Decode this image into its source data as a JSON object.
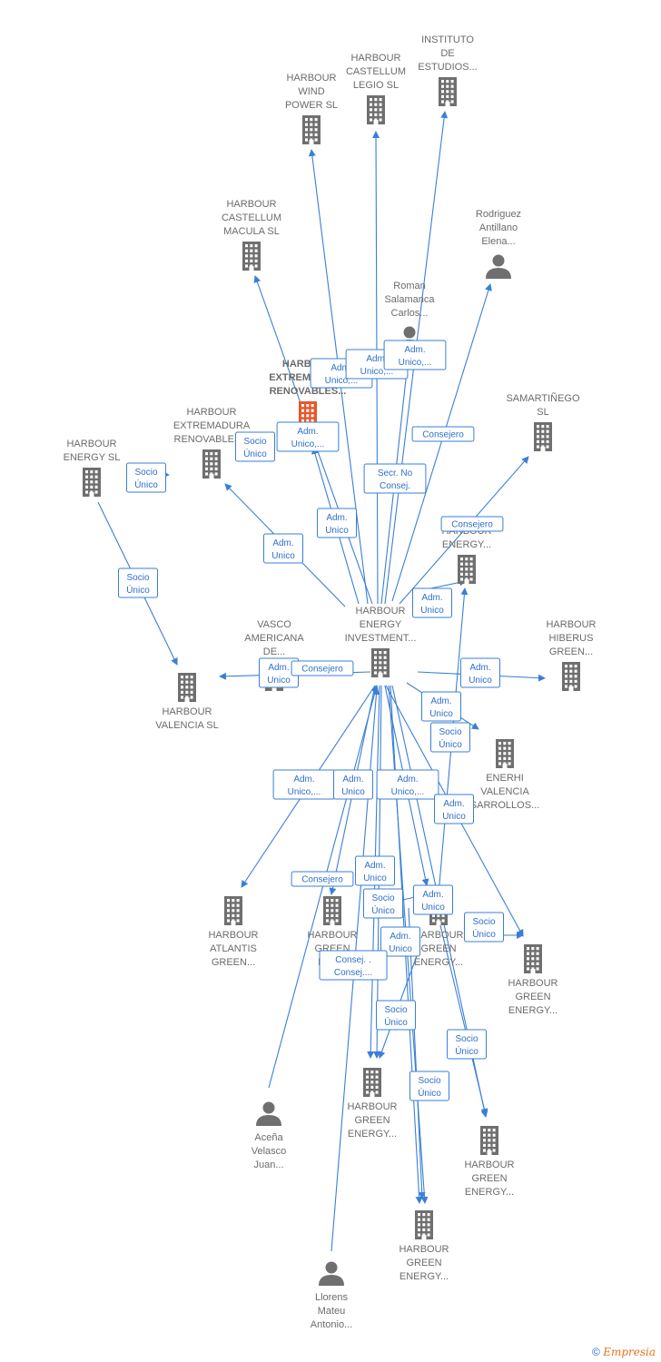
{
  "nodes": [
    {
      "id": "investment",
      "type": "company",
      "focus": false,
      "lines": [
        "HARBOUR",
        "ENERGY",
        "INVESTMENT..."
      ]
    },
    {
      "id": "wind",
      "type": "company",
      "lines": [
        "HARBOUR",
        "WIND",
        "POWER  SL"
      ]
    },
    {
      "id": "legio",
      "type": "company",
      "lines": [
        "HARBOUR",
        "CASTELLUM",
        "LEGIO  SL"
      ]
    },
    {
      "id": "instituto",
      "type": "company",
      "lines": [
        "INSTITUTO",
        "DE",
        "ESTUDIOS..."
      ]
    },
    {
      "id": "macula",
      "type": "company",
      "lines": [
        "HARBOUR",
        "CASTELLUM",
        "MACULA  SL"
      ]
    },
    {
      "id": "rodriguez",
      "type": "person",
      "lines": [
        "Rodriguez",
        "Antillano",
        "Elena..."
      ]
    },
    {
      "id": "roman",
      "type": "person",
      "lines": [
        "Roman",
        "Salamanca",
        "Carlos..."
      ]
    },
    {
      "id": "extremadura_ren",
      "type": "company",
      "focus": true,
      "lines": [
        "HARBOUR",
        "EXTREMADURA",
        "RENOVABLES..."
      ]
    },
    {
      "id": "extremadura",
      "type": "company",
      "lines": [
        "HARBOUR",
        "EXTREMADURA",
        "RENOVABLES..."
      ]
    },
    {
      "id": "energy_sl",
      "type": "company",
      "lines": [
        "HARBOUR",
        "ENERGY  SL"
      ]
    },
    {
      "id": "samartinego",
      "type": "company",
      "lines": [
        "SAMARTIÑEGO",
        "SL"
      ]
    },
    {
      "id": "energy_mid",
      "type": "company",
      "lines": [
        "HARBOUR",
        "ENERGY..."
      ]
    },
    {
      "id": "valencia",
      "type": "company",
      "lines": [
        "HARBOUR",
        "VALENCIA  SL"
      ]
    },
    {
      "id": "vasco",
      "type": "company",
      "lines": [
        "VASCO",
        "AMERICANA",
        "DE..."
      ]
    },
    {
      "id": "hiberus",
      "type": "company",
      "lines": [
        "HARBOUR",
        "HIBERUS",
        "GREEN..."
      ]
    },
    {
      "id": "enerhi",
      "type": "company",
      "lines": [
        "ENERHI",
        "VALENCIA",
        "SARROLLOS..."
      ]
    },
    {
      "id": "atlantis",
      "type": "company",
      "lines": [
        "HARBOUR",
        "ATLANTIS",
        "GREEN..."
      ]
    },
    {
      "id": "green1",
      "type": "company",
      "lines": [
        "HARBOUR",
        "GREEN",
        "ENE..."
      ]
    },
    {
      "id": "green2",
      "type": "company",
      "lines": [
        "HARBOUR",
        "GREEN",
        "ENERGY..."
      ]
    },
    {
      "id": "green3",
      "type": "company",
      "lines": [
        "HARBOUR",
        "GREEN",
        "ENERGY..."
      ]
    },
    {
      "id": "green4",
      "type": "company",
      "lines": [
        "HARBOUR",
        "GREEN",
        "ENERGY..."
      ]
    },
    {
      "id": "green5",
      "type": "company",
      "lines": [
        "HARBOUR",
        "GREEN",
        "ENERGY..."
      ]
    },
    {
      "id": "green6",
      "type": "company",
      "lines": [
        "HARBOUR",
        "GREEN",
        "ENERGY..."
      ]
    },
    {
      "id": "acena",
      "type": "person",
      "lines": [
        "Aceña",
        "Velasco",
        "Juan..."
      ]
    },
    {
      "id": "llorens",
      "type": "person",
      "lines": [
        "Llorens",
        "Mateu",
        "Antonio..."
      ]
    }
  ],
  "badges": [
    {
      "id": "b1",
      "lines": [
        "Adm.",
        "Unico,..."
      ]
    },
    {
      "id": "b2",
      "lines": [
        "Adm.",
        "Unico,..."
      ]
    },
    {
      "id": "b3",
      "lines": [
        "Adm.",
        "Unico,..."
      ]
    },
    {
      "id": "b4",
      "lines": [
        "Socio",
        "Único"
      ]
    },
    {
      "id": "b5",
      "lines": [
        "Adm.",
        "Unico,..."
      ]
    },
    {
      "id": "b6",
      "lines": [
        "Consejero"
      ]
    },
    {
      "id": "b7",
      "lines": [
        "Socio",
        "Único"
      ]
    },
    {
      "id": "b8",
      "lines": [
        "Secr.  No",
        "Consej."
      ]
    },
    {
      "id": "b9",
      "lines": [
        "Adm.",
        "Unico"
      ]
    },
    {
      "id": "b10",
      "lines": [
        "Consejero"
      ]
    },
    {
      "id": "b11",
      "lines": [
        "Adm.",
        "Unico"
      ]
    },
    {
      "id": "b12",
      "lines": [
        "Socio",
        "Único"
      ]
    },
    {
      "id": "b13",
      "lines": [
        "Adm.",
        "Unico"
      ]
    },
    {
      "id": "b14",
      "lines": [
        "Adm.",
        "Unico"
      ]
    },
    {
      "id": "b15",
      "lines": [
        "Consejero"
      ]
    },
    {
      "id": "b16",
      "lines": [
        "Adm.",
        "Unico"
      ]
    },
    {
      "id": "b17",
      "lines": [
        "Adm.",
        "Unico"
      ]
    },
    {
      "id": "b18",
      "lines": [
        "Socio",
        "Único"
      ]
    },
    {
      "id": "b19",
      "lines": [
        "Adm.",
        "Unico,..."
      ]
    },
    {
      "id": "b20",
      "lines": [
        "Adm.",
        "Unico"
      ]
    },
    {
      "id": "b21",
      "lines": [
        "Adm.",
        "Unico,..."
      ]
    },
    {
      "id": "b22",
      "lines": [
        "Adm.",
        "Unico"
      ]
    },
    {
      "id": "b23",
      "lines": [
        "Adm.",
        "Unico"
      ]
    },
    {
      "id": "b24",
      "lines": [
        "Consejero"
      ]
    },
    {
      "id": "b25",
      "lines": [
        "Socio",
        "Único"
      ]
    },
    {
      "id": "b26",
      "lines": [
        "Adm.",
        "Unico"
      ]
    },
    {
      "id": "b27",
      "lines": [
        "Socio",
        "Único"
      ]
    },
    {
      "id": "b28",
      "lines": [
        "Adm.",
        "Unico"
      ]
    },
    {
      "id": "b29",
      "lines": [
        "Consej. .",
        "Consej...."
      ]
    },
    {
      "id": "b30",
      "lines": [
        "Socio",
        "Único"
      ]
    },
    {
      "id": "b31",
      "lines": [
        "Socio",
        "Único"
      ]
    },
    {
      "id": "b32",
      "lines": [
        "Socio",
        "Único"
      ]
    }
  ],
  "footer": {
    "copyright": "©",
    "brand": "Empresia"
  },
  "colors": {
    "edge": "#3a7fd5",
    "badge_text": "#2f6fca",
    "node_icon": "#6f6f6f",
    "focus_icon": "#e8562a"
  }
}
